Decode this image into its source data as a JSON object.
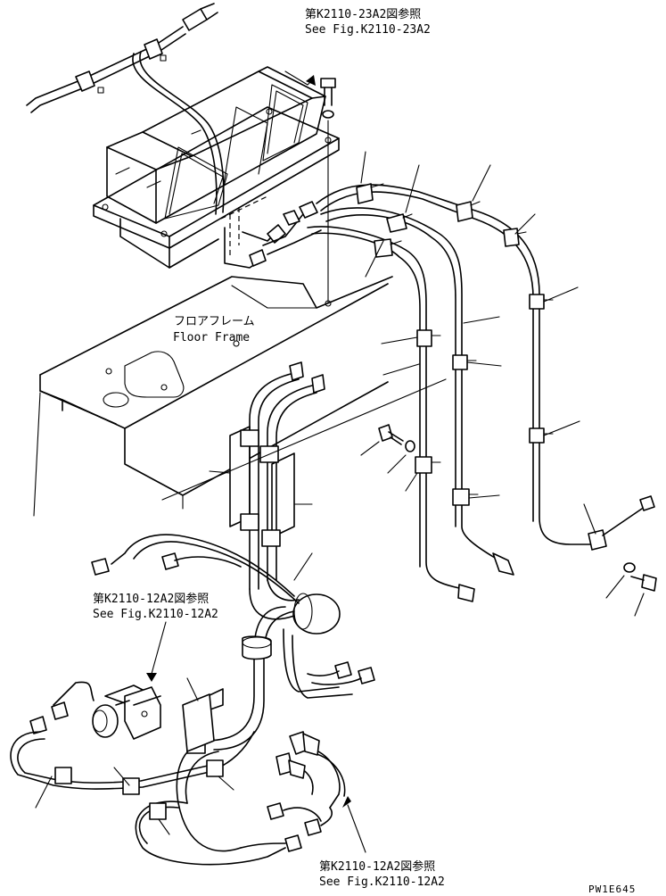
{
  "callouts": {
    "top": {
      "jp": "第K2110-23A2図参照",
      "en": "See Fig.K2110-23A2"
    },
    "floor": {
      "jp": "フロアフレーム",
      "en": "Floor Frame"
    },
    "mid_left": {
      "jp": "第K2110-12A2図参照",
      "en": "See Fig.K2110-12A2"
    },
    "bottom": {
      "jp": "第K2110-12A2図参照",
      "en": "See Fig.K2110-12A2"
    }
  },
  "drawing_code": "PW1E645",
  "colors": {
    "ink": "#000000",
    "paper": "#ffffff"
  }
}
